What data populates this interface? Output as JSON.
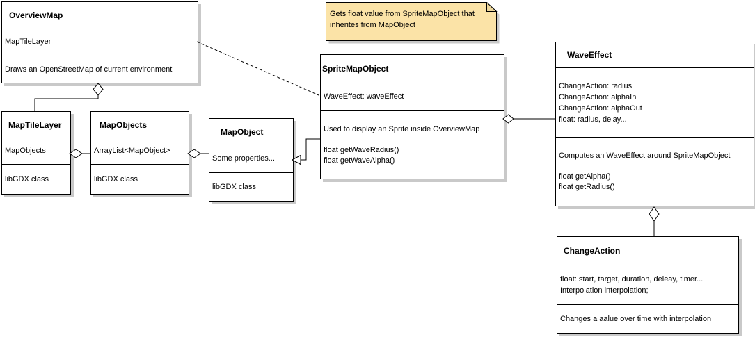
{
  "diagram_title": "UML class diagram",
  "colors": {
    "box_fill": "#ffffff",
    "box_border": "#000000",
    "shadow": "#c9c9c9",
    "note_fill": "#fbe3a7",
    "note_fold_fill": "#ecd69c"
  },
  "note": {
    "lines": [
      "Gets float value from SpriteMapObject that",
      "inherites from MapObject"
    ]
  },
  "classes": {
    "overview_map": {
      "title": "OverviewMap",
      "attrs": [
        "MapTileLayer"
      ],
      "desc": [
        "Draws an OpenStreetMap of current environment"
      ]
    },
    "map_tile_layer": {
      "title": "MapTileLayer",
      "attrs": [
        "MapObjects"
      ],
      "desc": [
        "libGDX class"
      ]
    },
    "map_objects": {
      "title": "MapObjects",
      "attrs": [
        "ArrayList<MapObject>"
      ],
      "desc": [
        "libGDX class"
      ]
    },
    "map_object": {
      "title": "MapObject",
      "attrs": [
        "Some properties..."
      ],
      "desc": [
        "libGDX class"
      ]
    },
    "sprite_map_object": {
      "title": "SpriteMapObject",
      "attrs": [
        "WaveEffect: waveEffect"
      ],
      "body": [
        "Used to display an Sprite inside OverviewMap",
        "float getWaveRadius()",
        "float getWaveAlpha()"
      ]
    },
    "wave_effect": {
      "title": "WaveEffect",
      "attrs": [
        "ChangeAction: radius",
        "ChangeAction: alphaIn",
        "ChangeAction: alphaOut",
        "float: radius, delay..."
      ],
      "body": [
        "Computes an WaveEffect around SpriteMapObject",
        "float getAlpha()",
        "float getRadius()"
      ]
    },
    "change_action": {
      "title": "ChangeAction",
      "attrs": [
        "float: start, target, duration, deleay, timer...",
        "Interpolation interpolation;"
      ],
      "desc": [
        "Changes a aalue over time with interpolation"
      ]
    }
  },
  "relations": [
    {
      "from": "OverviewMap",
      "to": "MapTileLayer",
      "type": "aggregation"
    },
    {
      "from": "MapTileLayer",
      "to": "MapObjects",
      "type": "aggregation"
    },
    {
      "from": "MapObjects",
      "to": "MapObject",
      "type": "aggregation"
    },
    {
      "from": "SpriteMapObject",
      "to": "MapObject",
      "type": "generalization"
    },
    {
      "from": "SpriteMapObject",
      "to": "WaveEffect",
      "type": "aggregation"
    },
    {
      "from": "WaveEffect",
      "to": "ChangeAction",
      "type": "aggregation"
    },
    {
      "from": "OverviewMap",
      "to": "SpriteMapObject",
      "type": "dashed-link"
    }
  ]
}
